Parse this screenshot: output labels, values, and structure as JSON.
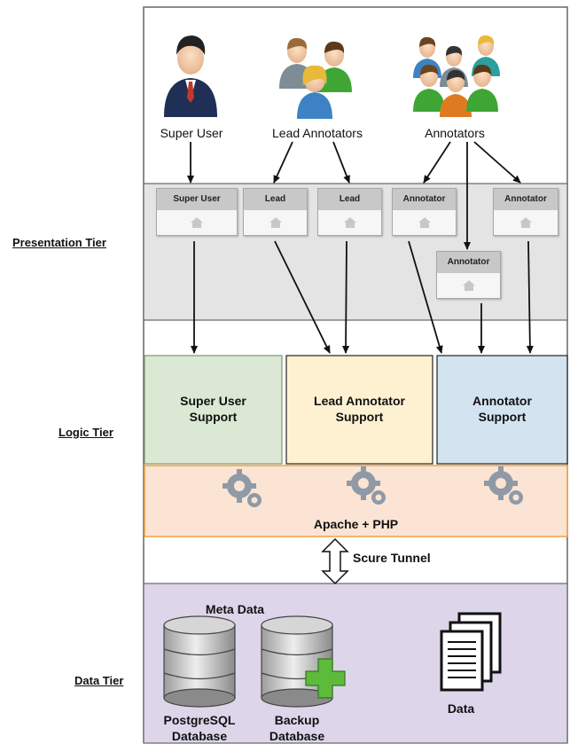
{
  "tiers": {
    "presentation": "Presentation Tier",
    "logic": "Logic Tier",
    "data": "Data Tier"
  },
  "users": {
    "super_user": "Super User",
    "lead_annotators": "Lead Annotators",
    "annotators": "Annotators"
  },
  "ui_cards": [
    {
      "label": "Super User"
    },
    {
      "label": "Lead"
    },
    {
      "label": "Lead"
    },
    {
      "label": "Annotator"
    },
    {
      "label": "Annotator"
    },
    {
      "label": "Annotator"
    }
  ],
  "logic": {
    "super_user_support": "Super User\nSupport",
    "lead_annotator_support": "Lead Annotator\nSupport",
    "annotator_support": "Annotator\nSupport",
    "server": "Apache + PHP"
  },
  "tunnel": "Scure Tunnel",
  "data_tier": {
    "meta_data": "Meta Data",
    "postgres": "PostgreSQL\nDatabase",
    "backup": "Backup\nDatabase",
    "data": "Data"
  },
  "colors": {
    "presentation_bg": "#e3e3e3",
    "super_support_bg": "#dbe9d4",
    "lead_support_bg": "#fdf1d2",
    "annot_support_bg": "#d4e3f0",
    "server_bg": "#fbe4d4",
    "server_border": "#f0a040",
    "data_bg": "#ddd5ea"
  }
}
